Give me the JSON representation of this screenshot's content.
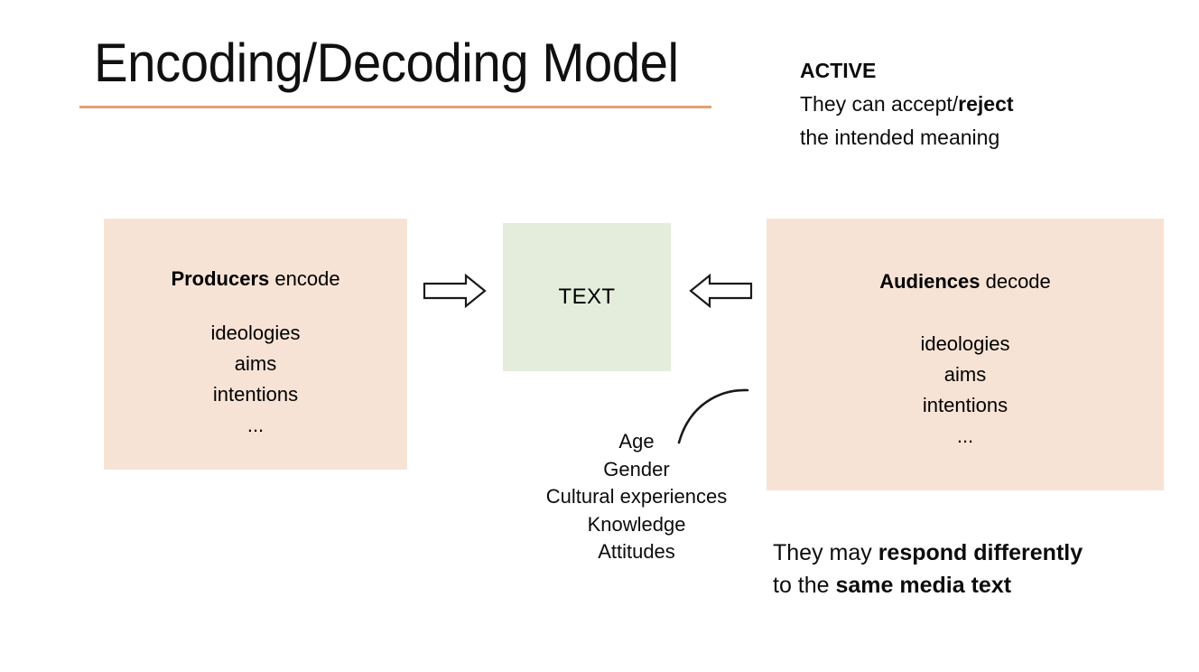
{
  "slide": {
    "title": "Encoding/Decoding Model",
    "accent_color": "#E2A173",
    "box_peach_color": "#F7E3D5",
    "box_green_color": "#E4EDDC",
    "background_color": "#FFFFFF"
  },
  "active_note": {
    "heading": "ACTIVE",
    "line2_pre": "They can accept/",
    "line2_bold": "reject",
    "line3": "the intended meaning"
  },
  "producers_box": {
    "heading_bold": "Producers",
    "heading_rest": " encode",
    "items": [
      "ideologies",
      "aims",
      "intentions",
      "..."
    ]
  },
  "text_box": {
    "label": "TEXT"
  },
  "audiences_box": {
    "heading_bold": "Audiences",
    "heading_rest": " decode",
    "items": [
      "ideologies",
      "aims",
      "intentions",
      "..."
    ]
  },
  "factors": {
    "items": [
      "Age",
      "Gender",
      "Cultural experiences",
      "Knowledge",
      "Attitudes"
    ]
  },
  "respond_note": {
    "line1_pre": "They may ",
    "line1_bold": "respond differently",
    "line2_pre": "to the ",
    "line2_bold": "same media text"
  },
  "arrows": {
    "left_to_text": "arrow-right-block",
    "right_to_text": "arrow-left-block"
  }
}
